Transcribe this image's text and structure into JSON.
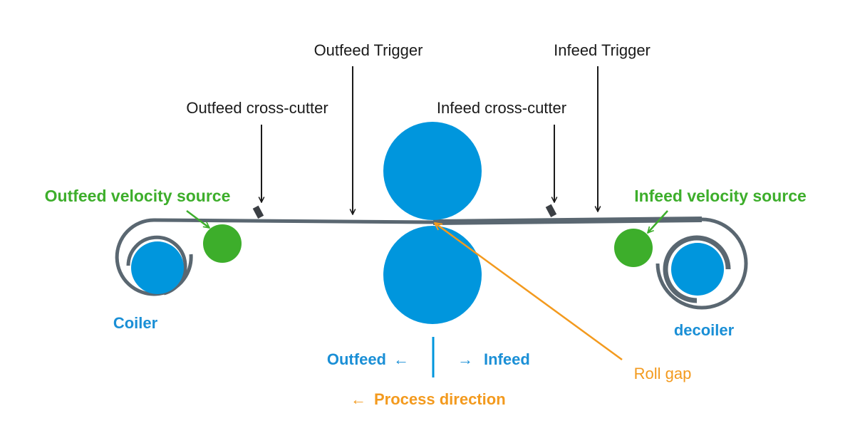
{
  "colors": {
    "roll": "#0096dd",
    "velocity_source": "#3dae2b",
    "strip": "#5a6771",
    "annotation_arrow": "#1a1a1a",
    "roll_gap": "#f39a1e",
    "direction_text": "#1a8fd6"
  },
  "labels": {
    "outfeed_trigger": "Outfeed Trigger",
    "infeed_trigger": "Infeed Trigger",
    "outfeed_cross_cutter": "Outfeed cross-cutter",
    "infeed_cross_cutter": "Infeed cross-cutter",
    "outfeed_velocity_source": "Outfeed velocity source",
    "infeed_velocity_source": "Infeed velocity source",
    "coiler": "Coiler",
    "decoiler": "decoiler",
    "outfeed": "Outfeed",
    "infeed": "Infeed",
    "roll_gap": "Roll gap",
    "process_direction": "Process direction"
  },
  "glyphs": {
    "left_arrow": "←",
    "right_arrow": "→"
  }
}
